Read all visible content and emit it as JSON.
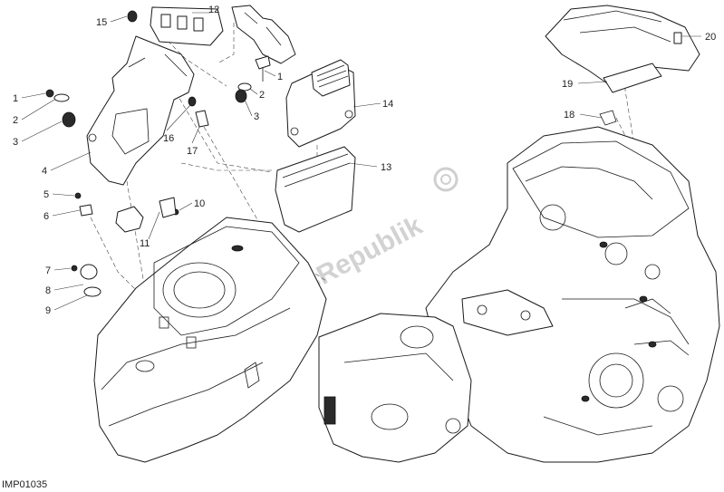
{
  "diagram": {
    "code": "IMP01035",
    "watermark": "PartsRepublik",
    "callouts": [
      {
        "id": "c1a",
        "label": "1"
      },
      {
        "id": "c2a",
        "label": "2"
      },
      {
        "id": "c3a",
        "label": "3"
      },
      {
        "id": "c4",
        "label": "4"
      },
      {
        "id": "c5",
        "label": "5"
      },
      {
        "id": "c6",
        "label": "6"
      },
      {
        "id": "c7",
        "label": "7"
      },
      {
        "id": "c8",
        "label": "8"
      },
      {
        "id": "c9",
        "label": "9"
      },
      {
        "id": "c10",
        "label": "10"
      },
      {
        "id": "c11",
        "label": "11"
      },
      {
        "id": "c12",
        "label": "12"
      },
      {
        "id": "c13",
        "label": "13"
      },
      {
        "id": "c14",
        "label": "14"
      },
      {
        "id": "c15",
        "label": "15"
      },
      {
        "id": "c1b",
        "label": "1"
      },
      {
        "id": "c2b",
        "label": "2"
      },
      {
        "id": "c3b",
        "label": "3"
      },
      {
        "id": "c16",
        "label": "16"
      },
      {
        "id": "c17",
        "label": "17"
      },
      {
        "id": "c18",
        "label": "18"
      },
      {
        "id": "c19",
        "label": "19"
      },
      {
        "id": "c20",
        "label": "20"
      }
    ]
  }
}
